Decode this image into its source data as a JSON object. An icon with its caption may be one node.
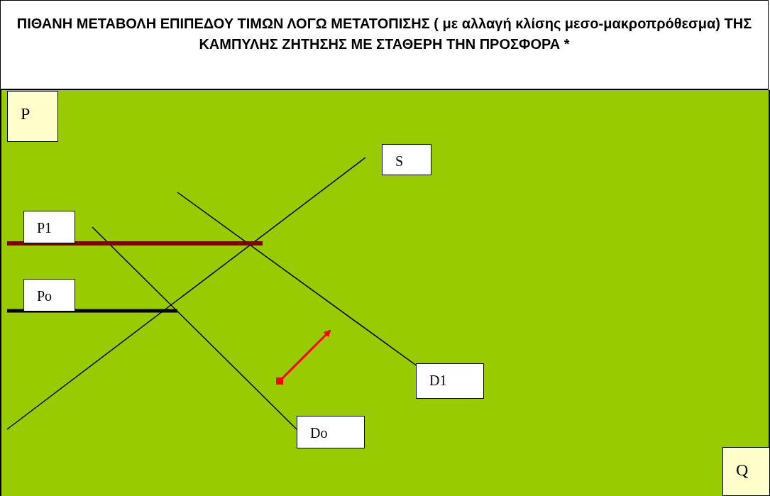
{
  "diagram": {
    "title": "ΠΙΘΑΝΗ ΜΕΤΑΒΟΛΗ ΕΠΙΠΕΔΟΥ ΤΙΜΩΝ ΛΟΓΩ ΜΕΤΑΤΟΠΙΣΗΣ ( με αλλαγή κλίσης μεσο-μακροπρόθεσμα) ΤΗΣ ΚΑΜΠΥΛΗΣ ΖΗΤΗΣΗΣ ΜΕ ΣΤΑΘΕΡΗ ΤΗΝ ΠΡΟΣΦΟΡΑ *",
    "nodes": [
      {
        "text": [
          "P"
        ]
      },
      {
        "text": [
          "S"
        ]
      },
      {
        "text": [
          "P1"
        ]
      },
      {
        "text": [
          "Po"
        ]
      },
      {
        "text": [
          "D1"
        ]
      },
      {
        "text": [
          "Do"
        ]
      },
      {
        "text": [
          "Q"
        ]
      }
    ]
  }
}
